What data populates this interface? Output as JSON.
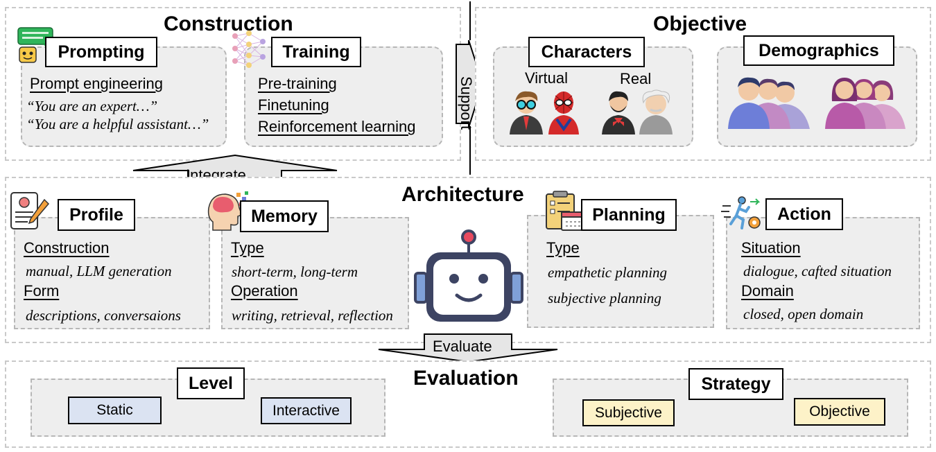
{
  "construction": {
    "title": "Construction",
    "prompting": {
      "label": "Prompting",
      "heading": "Prompt engineering",
      "examples": [
        "“You are an expert…”",
        "“You are a helpful assistant…”"
      ]
    },
    "training": {
      "label": "Training",
      "items": [
        "Pre-training",
        "Finetuning",
        "Reinforcement learning"
      ]
    }
  },
  "support_label": "Support",
  "objective": {
    "title": "Objective",
    "characters": {
      "label": "Characters",
      "virtual": "Virtual",
      "real": "Real"
    },
    "demographics": {
      "label": "Demographics"
    }
  },
  "integrate_label": "Integrate",
  "architecture": {
    "title": "Architecture",
    "profile": {
      "label": "Profile",
      "construction_heading": "Construction",
      "construction_values": "manual, LLM generation",
      "form_heading": "Form",
      "form_values": "descriptions, conversaions"
    },
    "memory": {
      "label": "Memory",
      "type_heading": "Type",
      "type_values": "short-term, long-term",
      "operation_heading": "Operation",
      "operation_values": "writing, retrieval, reflection"
    },
    "planning": {
      "label": "Planning",
      "type_heading": "Type",
      "values": [
        "empathetic planning",
        "subjective planning"
      ]
    },
    "action": {
      "label": "Action",
      "situation_heading": "Situation",
      "situation_values": "dialogue, cafted situation",
      "domain_heading": "Domain",
      "domain_values": "closed, open domain"
    }
  },
  "evaluate_label": "Evaluate",
  "evaluation": {
    "title": "Evaluation",
    "level": {
      "label": "Level",
      "options": [
        "Static",
        "Interactive"
      ]
    },
    "strategy": {
      "label": "Strategy",
      "options": [
        "Subjective",
        "Objective"
      ]
    }
  },
  "colors": {
    "panel_bg": "#eeeeee",
    "outer_dash": "#c9c9c9",
    "level_fill": "#dbe3f2",
    "strategy_fill": "#fdf2c8",
    "arrow_fill": "#e6e6e6",
    "robot_body": "#3d4463"
  }
}
